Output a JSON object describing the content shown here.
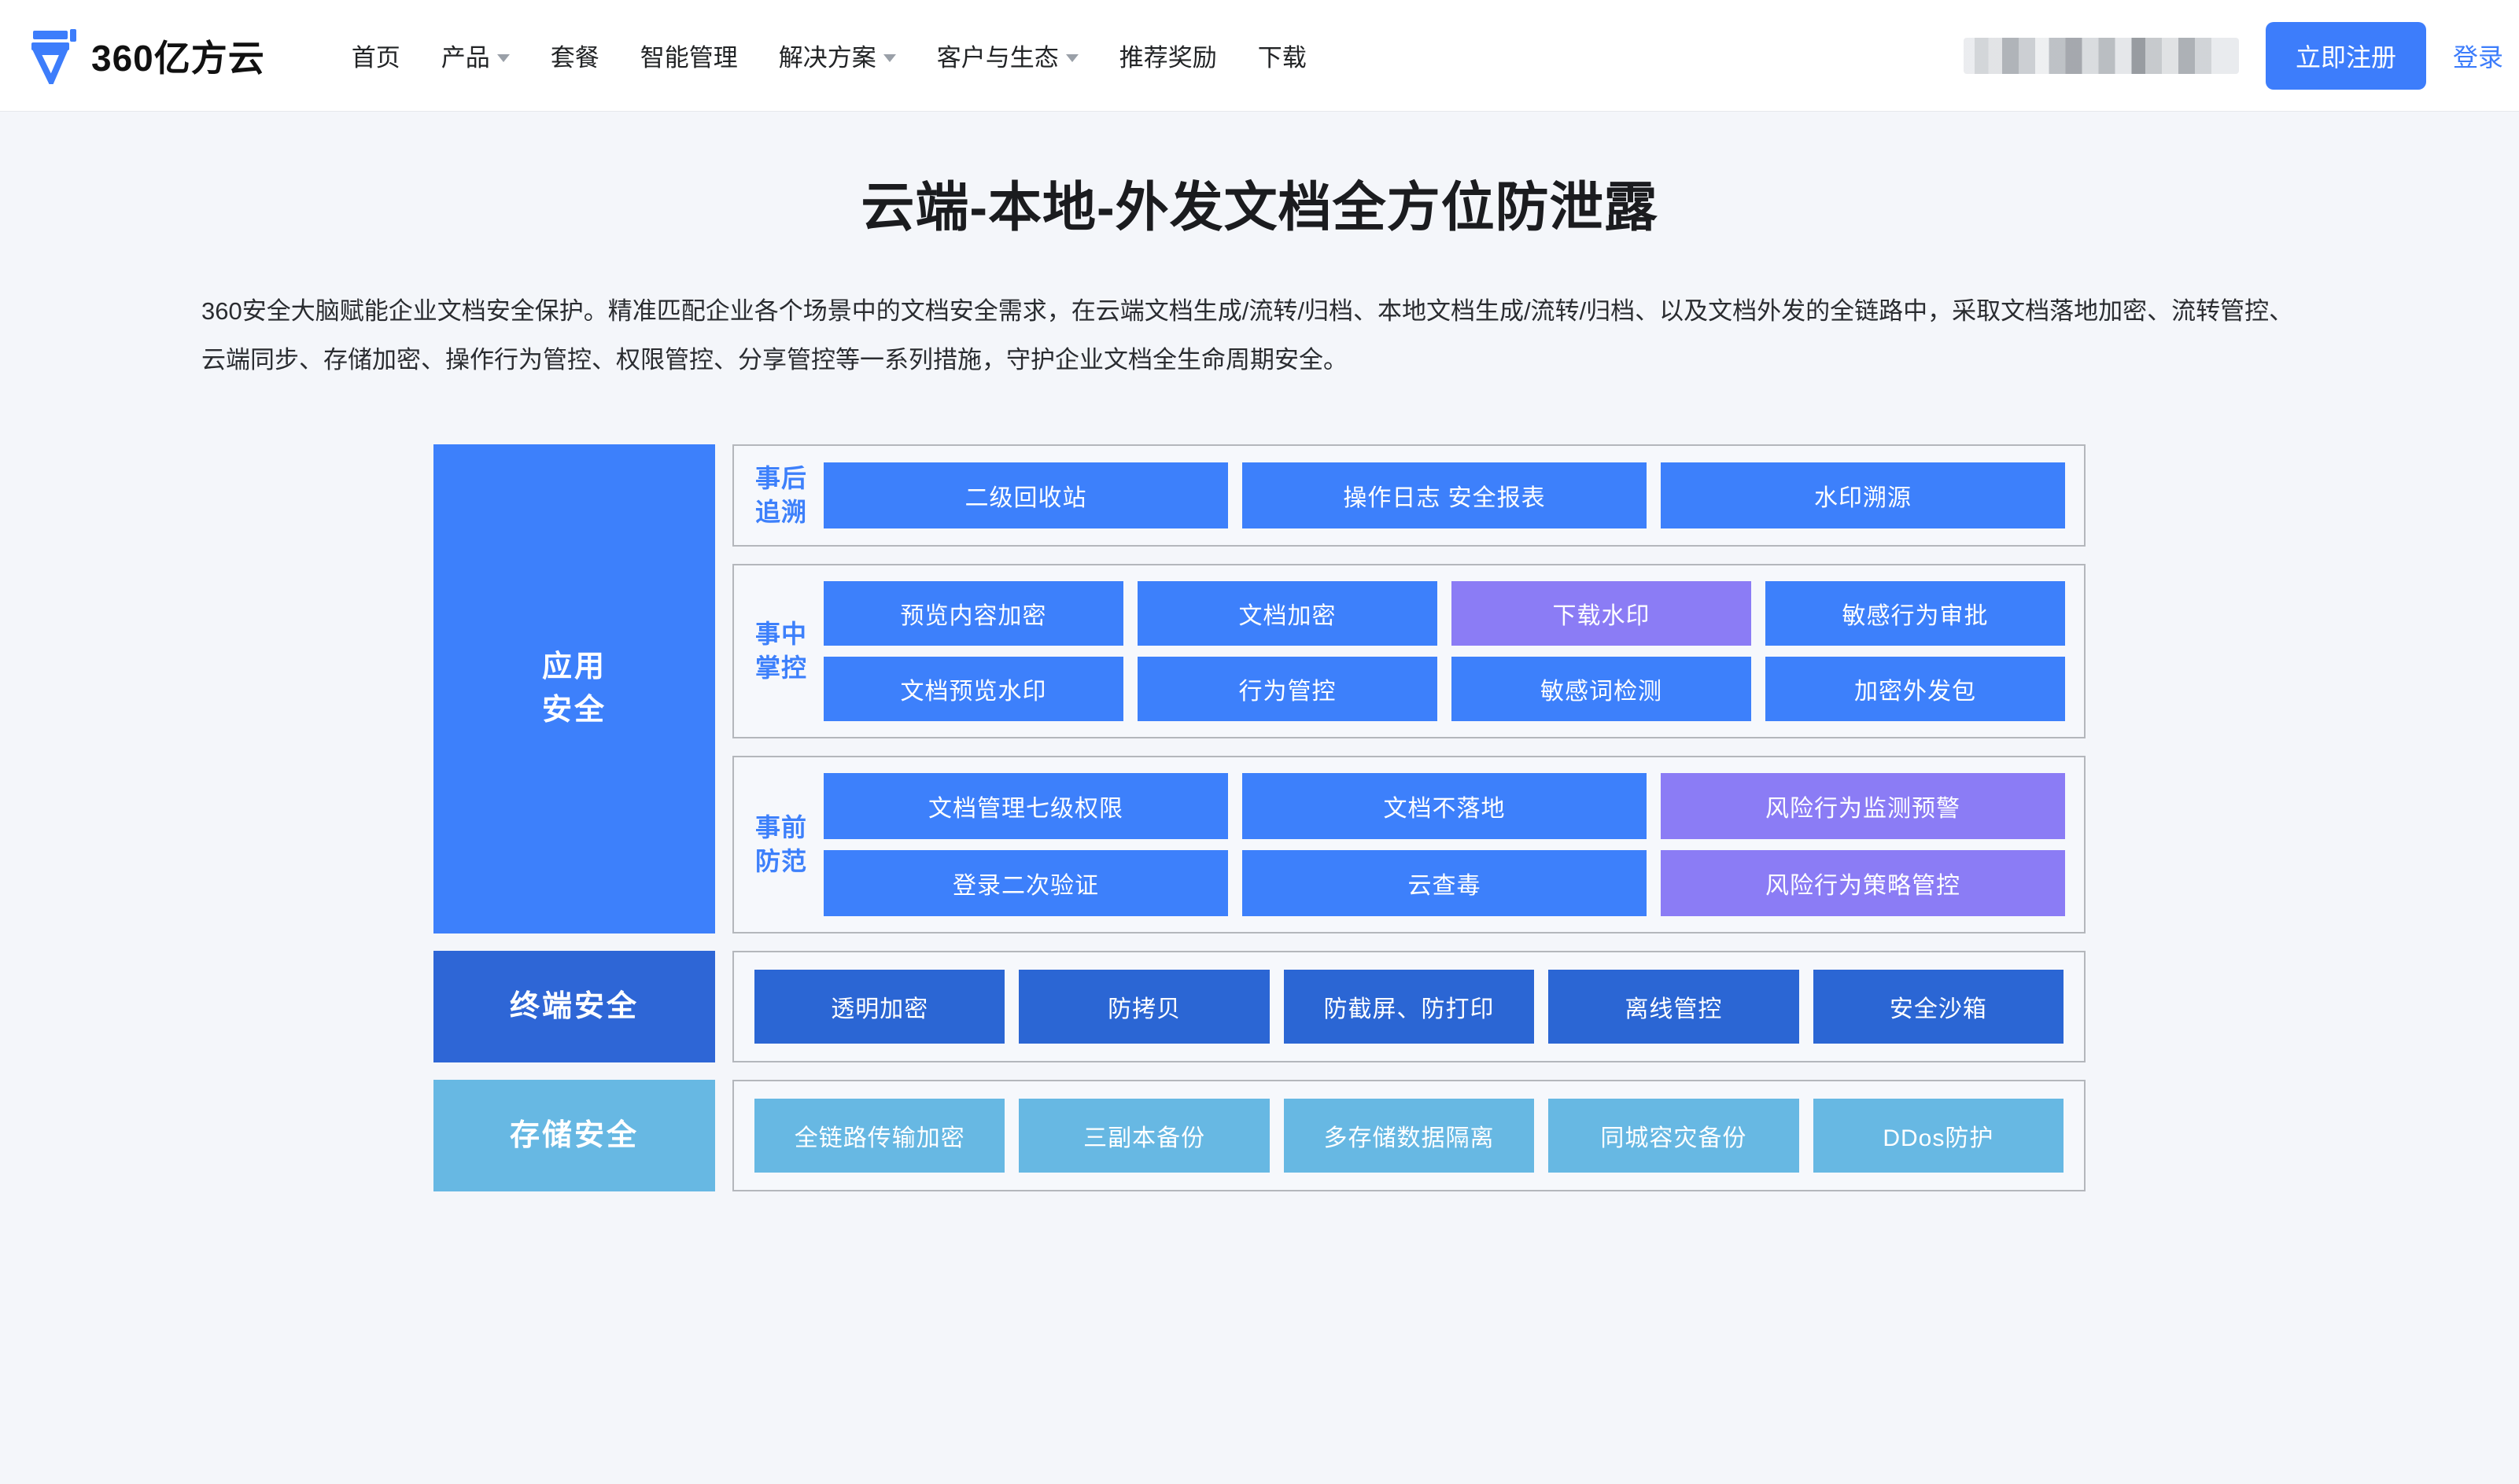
{
  "header": {
    "brand_name": "360亿方云",
    "logo_icon": "yifangyun-logo-icon",
    "nav": [
      {
        "label": "首页",
        "has_caret": false
      },
      {
        "label": "产品",
        "has_caret": true
      },
      {
        "label": "套餐",
        "has_caret": false
      },
      {
        "label": "智能管理",
        "has_caret": false
      },
      {
        "label": "解决方案",
        "has_caret": true
      },
      {
        "label": "客户与生态",
        "has_caret": true
      },
      {
        "label": "推荐奖励",
        "has_caret": false
      },
      {
        "label": "下载",
        "has_caret": false
      }
    ],
    "redacted_region": "",
    "register_label": "立即注册",
    "login_label": "登录",
    "accent_color": "#3d7dfb"
  },
  "hero": {
    "title": "云端-本地-外发文档全方位防泄露",
    "description": "360安全大脑赋能企业文档安全保护。精准匹配企业各个场景中的文档安全需求，在云端文档生成/流转/归档、本地文档生成/流转/归档、以及文档外发的全链路中，采取文档落地加密、流转管控、云端同步、存储加密、操作行为管控、权限管控、分享管控等一系列措施，守护企业文档全生命周期安全。"
  },
  "diagram": {
    "colors": {
      "blue": "#3d80fb",
      "purple": "#8b7cf5",
      "dark_blue": "#2e66d6",
      "light_blue": "#67b8e3",
      "panel_bg": "#f6f8fc",
      "panel_border": "#b4b7bc"
    },
    "categories": {
      "app": "应用\n安全",
      "app_line1": "应用",
      "app_line2": "安全",
      "terminal": "终端安全",
      "storage": "存储安全"
    },
    "groups": [
      {
        "label_line1": "事后",
        "label_line2": "追溯",
        "rows": [
          [
            {
              "label": "二级回收站",
              "color": "blue"
            },
            {
              "label": "操作日志   安全报表",
              "color": "blue"
            },
            {
              "label": "水印溯源",
              "color": "blue"
            }
          ]
        ]
      },
      {
        "label_line1": "事中",
        "label_line2": "掌控",
        "rows": [
          [
            {
              "label": "预览内容加密",
              "color": "blue"
            },
            {
              "label": "文档加密",
              "color": "blue"
            },
            {
              "label": "下载水印",
              "color": "purple"
            },
            {
              "label": "敏感行为审批",
              "color": "blue"
            }
          ],
          [
            {
              "label": "文档预览水印",
              "color": "blue"
            },
            {
              "label": "行为管控",
              "color": "blue"
            },
            {
              "label": "敏感词检测",
              "color": "blue"
            },
            {
              "label": "加密外发包",
              "color": "blue"
            }
          ]
        ]
      },
      {
        "label_line1": "事前",
        "label_line2": "防范",
        "rows": [
          [
            {
              "label": "文档管理七级权限",
              "color": "blue"
            },
            {
              "label": "文档不落地",
              "color": "blue"
            },
            {
              "label": "风险行为监测预警",
              "color": "purple"
            }
          ],
          [
            {
              "label": "登录二次验证",
              "color": "blue"
            },
            {
              "label": "云查毒",
              "color": "blue"
            },
            {
              "label": "风险行为策略管控",
              "color": "purple"
            }
          ]
        ]
      }
    ],
    "terminal_tiles": [
      {
        "label": "透明加密",
        "color": "dark"
      },
      {
        "label": "防拷贝",
        "color": "dark"
      },
      {
        "label": "防截屏、防打印",
        "color": "dark"
      },
      {
        "label": "离线管控",
        "color": "dark"
      },
      {
        "label": "安全沙箱",
        "color": "dark"
      }
    ],
    "storage_tiles": [
      {
        "label": "全链路传输加密",
        "color": "cyan"
      },
      {
        "label": "三副本备份",
        "color": "cyan"
      },
      {
        "label": "多存储数据隔离",
        "color": "cyan"
      },
      {
        "label": "同城容灾备份",
        "color": "cyan"
      },
      {
        "label": "DDos防护",
        "color": "cyan"
      }
    ]
  }
}
